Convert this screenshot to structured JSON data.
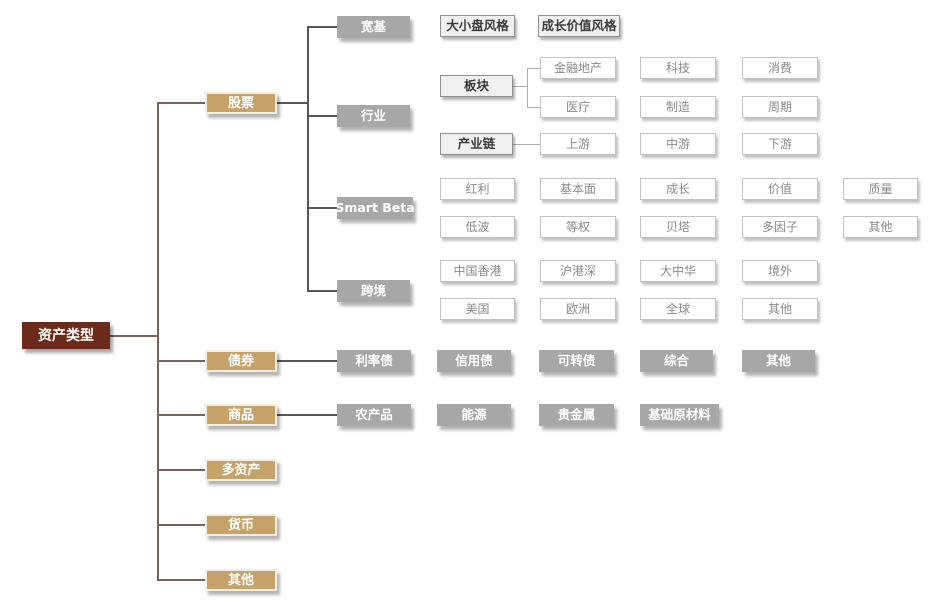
{
  "colors": {
    "root_fill": "#6C2A1A",
    "l1_fill": "#C5A269",
    "l1_border": "#F4EEE2",
    "l2_fill": "#A7A7A7",
    "white_border": "#C2C2C2",
    "white_text": "#8A8A8A",
    "emph_fill": "#F0F0F0",
    "emph_border": "#8F8F8F",
    "emph_text": "#3A3A3A",
    "line_brown": "#7D6156",
    "line_dark": "#565656",
    "line_light": "#ACACAC"
  },
  "nodes": {
    "root": "资产类型",
    "l1": [
      "股票",
      "债券",
      "商品",
      "多资产",
      "货币",
      "其他"
    ],
    "stock_children": [
      "宽基",
      "行业",
      "Smart Beta",
      "跨境"
    ],
    "broad_styles": [
      "大小盘风格",
      "成长价值风格"
    ],
    "sector": {
      "label": "板块",
      "linked": [
        "金融地产",
        "医疗"
      ],
      "row1": [
        "科技",
        "消费"
      ],
      "row2": [
        "制造",
        "周期"
      ]
    },
    "chain": {
      "label": "产业链",
      "linked": [
        "上游"
      ],
      "row": [
        "中游",
        "下游"
      ]
    },
    "smart_beta_rows": [
      [
        "红利",
        "基本面",
        "成长",
        "价值",
        "质量"
      ],
      [
        "低波",
        "等权",
        "贝塔",
        "多因子",
        "其他"
      ]
    ],
    "cross_border_rows": [
      [
        "中国香港",
        "沪港深",
        "大中华",
        "境外"
      ],
      [
        "美国",
        "欧洲",
        "全球",
        "其他"
      ]
    ],
    "bond_children": [
      "利率债",
      "信用债",
      "可转债",
      "综合",
      "其他"
    ],
    "commodity_children": [
      "农产品",
      "能源",
      "贵金属",
      "基础原材料"
    ]
  }
}
